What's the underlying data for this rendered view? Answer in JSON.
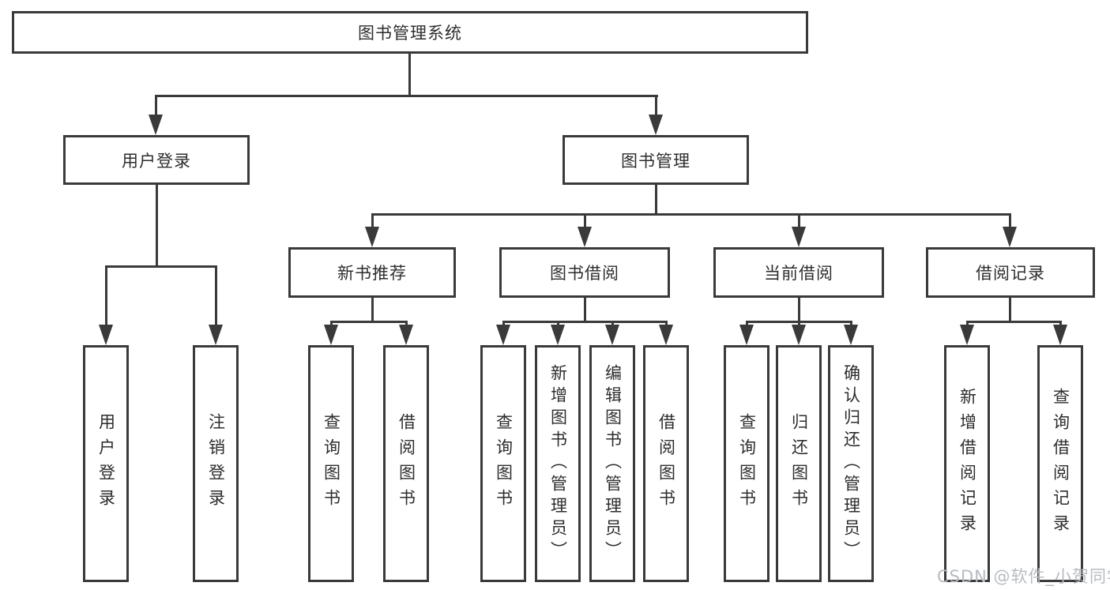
{
  "tree": {
    "root": {
      "label": "图书管理系统"
    },
    "branches": [
      {
        "label": "用户登录",
        "leaves": [
          "用户登录",
          "注销登录"
        ]
      },
      {
        "label": "图书管理",
        "children": [
          {
            "label": "新书推荐",
            "leaves": [
              "查询图书",
              "借阅图书"
            ]
          },
          {
            "label": "图书借阅",
            "leaves": [
              "查询图书",
              "新增图书（管理员）",
              "编辑图书（管理员）",
              "借阅图书"
            ]
          },
          {
            "label": "当前借阅",
            "leaves": [
              "查询图书",
              "归还图书",
              "确认归还（管理员）"
            ]
          },
          {
            "label": "借阅记录",
            "leaves": [
              "新增借阅记录",
              "查询借阅记录"
            ]
          }
        ]
      }
    ]
  },
  "watermark": "CSDN @软件_小贺同学",
  "colors": {
    "line": "#3a3a3a",
    "text": "#2d2d2d",
    "watermark": "#b7bbc1",
    "background": "#ffffff"
  }
}
